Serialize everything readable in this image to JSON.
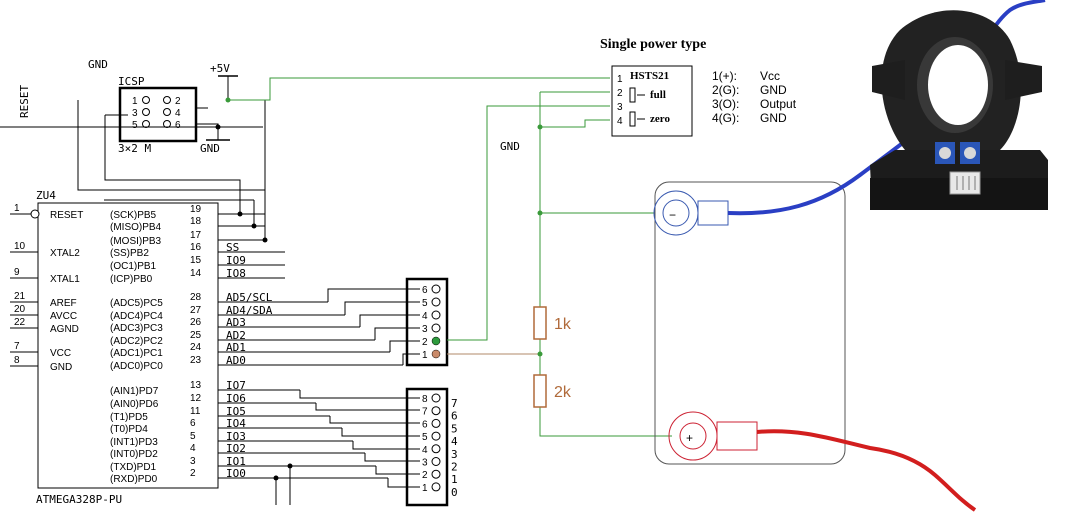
{
  "diagram": {
    "section_title": "Single power type",
    "sensor": {
      "part": "HSTS21",
      "pins": [
        "1",
        "2",
        "3",
        "4"
      ],
      "pot_labels": [
        "full",
        "zero"
      ],
      "pin_table": [
        {
          "pin": "1(+):",
          "function": "Vcc"
        },
        {
          "pin": "2(G):",
          "function": "GND"
        },
        {
          "pin": "3(O):",
          "function": "Output"
        },
        {
          "pin": "4(G):",
          "function": "GND"
        }
      ]
    },
    "power_labels": {
      "gnd_top": "GND",
      "plus5v": "+5V",
      "gnd_icsp": "GND",
      "gnd_sensor": "GND",
      "reset_net": "RESET"
    },
    "icsp": {
      "title": "ICSP",
      "subtitle": "3×2 M",
      "pins_left": [
        "1",
        "3",
        "5"
      ],
      "pins_right": [
        "2",
        "4",
        "6"
      ]
    },
    "mcu": {
      "ref": "ZU4",
      "part": "ATMEGA328P-PU",
      "left_pins": [
        {
          "num": "1",
          "name": "RESET"
        },
        {
          "num": "10",
          "name": "XTAL2"
        },
        {
          "num": "9",
          "name": "XTAL1"
        },
        {
          "num": "21",
          "name": "AREF"
        },
        {
          "num": "20",
          "name": "AVCC"
        },
        {
          "num": "22",
          "name": "AGND"
        },
        {
          "num": "7",
          "name": "VCC"
        },
        {
          "num": "8",
          "name": "GND"
        }
      ],
      "right_pins": [
        {
          "num": "19",
          "name": "(SCK)PB5",
          "net": ""
        },
        {
          "num": "18",
          "name": "(MISO)PB4",
          "net": ""
        },
        {
          "num": "17",
          "name": "(MOSI)PB3",
          "net": ""
        },
        {
          "num": "16",
          "name": "(SS)PB2",
          "net": "SS"
        },
        {
          "num": "15",
          "name": "(OC1)PB1",
          "net": "IO9"
        },
        {
          "num": "14",
          "name": "(ICP)PB0",
          "net": "IO8"
        },
        {
          "num": "28",
          "name": "(ADC5)PC5",
          "net": "AD5/SCL"
        },
        {
          "num": "27",
          "name": "(ADC4)PC4",
          "net": "AD4/SDA"
        },
        {
          "num": "26",
          "name": "(ADC3)PC3",
          "net": "AD3"
        },
        {
          "num": "25",
          "name": "(ADC2)PC2",
          "net": "AD2"
        },
        {
          "num": "24",
          "name": "(ADC1)PC1",
          "net": "AD1"
        },
        {
          "num": "23",
          "name": "(ADC0)PC0",
          "net": "AD0"
        },
        {
          "num": "13",
          "name": "(AIN1)PD7",
          "net": "IO7"
        },
        {
          "num": "12",
          "name": "(AIN0)PD6",
          "net": "IO6"
        },
        {
          "num": "11",
          "name": "(T1)PD5",
          "net": "IO5"
        },
        {
          "num": "6",
          "name": "(T0)PD4",
          "net": "IO4"
        },
        {
          "num": "5",
          "name": "(INT1)PD3",
          "net": "IO3"
        },
        {
          "num": "4",
          "name": "(INT0)PD2",
          "net": "IO2"
        },
        {
          "num": "3",
          "name": "(TXD)PD1",
          "net": "IO1"
        },
        {
          "num": "2",
          "name": "(RXD)PD0",
          "net": "IO0"
        }
      ]
    },
    "analog_header": {
      "pins": [
        "6",
        "5",
        "4",
        "3",
        "2",
        "1"
      ]
    },
    "digital_header": {
      "pins": [
        "8",
        "7",
        "6",
        "5",
        "4",
        "3",
        "2",
        "1"
      ],
      "side_labels": [
        "7",
        "6",
        "5",
        "4",
        "3",
        "2",
        "1",
        "0"
      ]
    },
    "resistors": {
      "r1": "1k",
      "r2": "2k"
    },
    "battery": {
      "minus": "−",
      "plus": "+"
    },
    "colors": {
      "wire": "#3a9a3a",
      "blue_cable": "#2a3fc4",
      "red_cable": "#d21e1e",
      "resistor": "#b06a3a",
      "sensor_body": "#1e1e1e",
      "trimmer": "#2a56b8"
    }
  }
}
